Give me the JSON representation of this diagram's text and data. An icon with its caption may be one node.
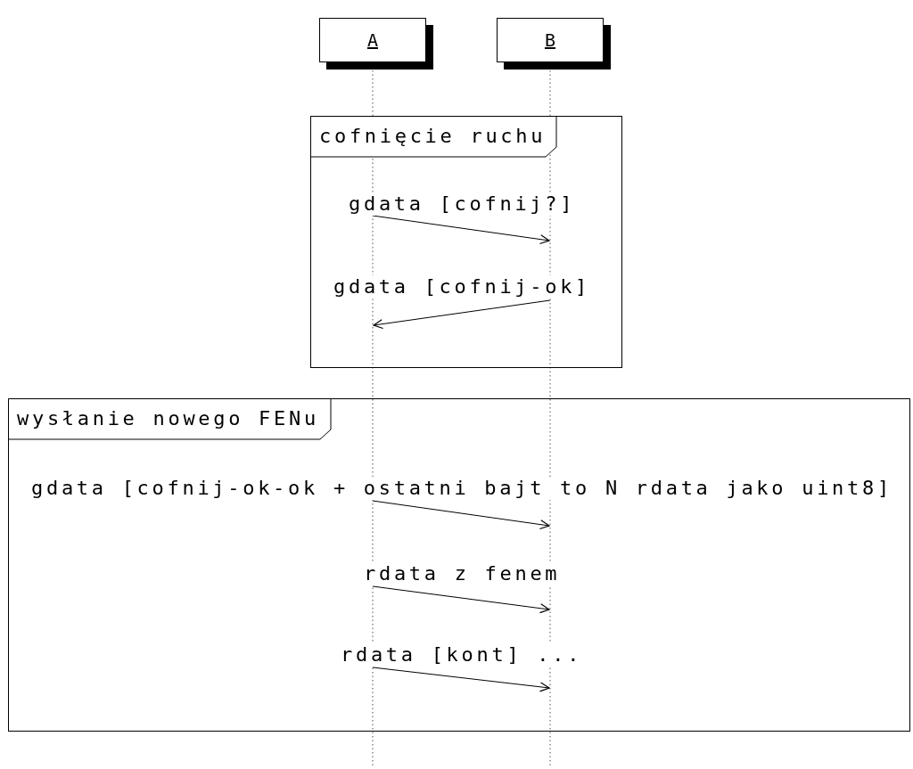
{
  "diagram": {
    "nodes": [
      {
        "text": [
          "A"
        ]
      },
      {
        "text": [
          "B"
        ]
      },
      {
        "text": [
          "cofnięcie ruchu"
        ]
      },
      {
        "text": [
          "wysłanie nowego FENu"
        ]
      }
    ],
    "edges": [
      {
        "from": 0,
        "to": 1,
        "arrow": "to",
        "label": "gdata [cofnij?]"
      },
      {
        "from": 1,
        "to": 0,
        "arrow": "to",
        "label": "gdata [cofnij-ok]"
      },
      {
        "from": 0,
        "to": 1,
        "arrow": "to",
        "label": "gdata [cofnij-ok-ok + ostatni bajt to N rdata jako uint8]"
      },
      {
        "from": 0,
        "to": 1,
        "arrow": "to",
        "label": "rdata z fenem"
      },
      {
        "from": 0,
        "to": 1,
        "arrow": "to",
        "label": "rdata [kont] ..."
      }
    ]
  }
}
